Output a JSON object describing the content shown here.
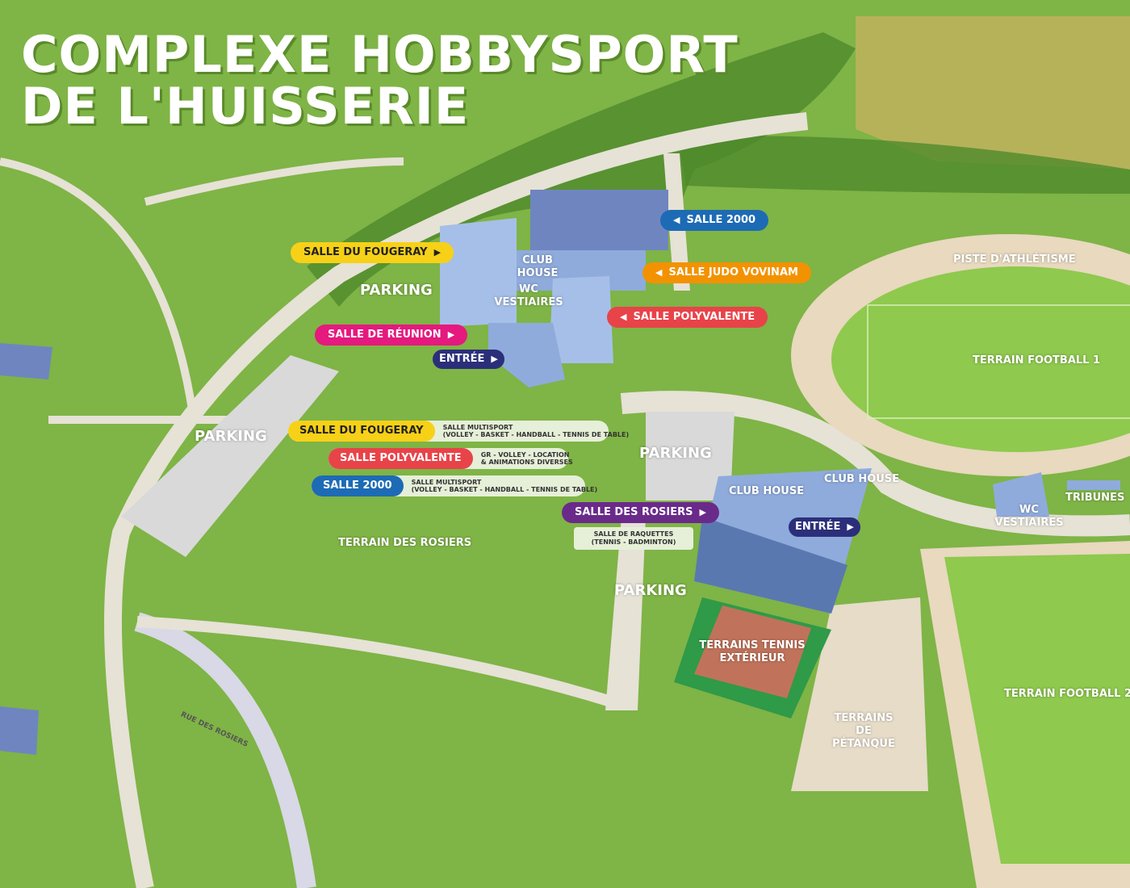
{
  "title": {
    "line1": "COMPLEXE HOBBYSPORT",
    "line2": "DE L'HUISSERIE"
  },
  "colors": {
    "grass": "#7fb446",
    "field": "#b6b25a",
    "road": "#e6e2d6",
    "building": "#8fabdc",
    "track": "#e8d9bf",
    "yellow": "#f7d117",
    "red": "#e84349",
    "blue": "#1d6bb5",
    "orange": "#f39200",
    "pink": "#e5197e",
    "navy": "#2b2f7a",
    "purple": "#6a2a8a"
  },
  "callouts": [
    {
      "label": "SALLE 2000",
      "color": "#1d6bb5",
      "arrow": "left"
    },
    {
      "label": "SALLE DU FOUGERAY",
      "color": "#f7d117",
      "arrow": "right"
    },
    {
      "label": "SALLE JUDO VOVINAM",
      "color": "#f39200",
      "arrow": "left"
    },
    {
      "label": "SALLE POLYVALENTE",
      "color": "#e84349",
      "arrow": "left"
    },
    {
      "label": "SALLE DE RÉUNION",
      "color": "#e5197e",
      "arrow": "right"
    },
    {
      "label": "ENTRÉE",
      "color": "#2b2f7a",
      "arrow": "right"
    },
    {
      "label": "SALLE DES ROSIERS",
      "color": "#6a2a8a",
      "arrow": "right"
    },
    {
      "label": "ENTRÉE",
      "color": "#2b2f7a",
      "arrow": "right"
    }
  ],
  "legend": [
    {
      "tag": "SALLE DU FOUGERAY",
      "color": "#f7d117",
      "line1": "SALLE MULTISPORT",
      "line2": "(VOLLEY - BASKET - HANDBALL - TENNIS DE TABLE)"
    },
    {
      "tag": "SALLE POLYVALENTE",
      "color": "#e84349",
      "line1": "GR - VOLLEY - LOCATION",
      "line2": "& ANIMATIONS DIVERSES"
    },
    {
      "tag": "SALLE 2000",
      "color": "#1d6bb5",
      "line1": "SALLE MULTISPORT",
      "line2": "(VOLLEY - BASKET - HANDBALL - TENNIS DE TABLE)"
    }
  ],
  "rosiers_box": {
    "line1": "SALLE DE RAQUETTES",
    "line2": "(TENNIS - BADMINTON)"
  },
  "labels": {
    "club_house_1": "CLUB HOUSE",
    "wc_vestiaires_1": "WC VESTIAIRES",
    "parking_1": "PARKING",
    "parking_2": "PARKING",
    "parking_3": "PARKING",
    "parking_4": "PARKING",
    "piste": "PISTE D'ATHLÉTISME",
    "football_1": "TERRAIN FOOTBALL 1",
    "football_2": "TERRAIN FOOTBALL 2",
    "club_house_2": "CLUB HOUSE",
    "club_house_3": "CLUB HOUSE",
    "wc_vestiaires_2": "WC VESTIAIRES",
    "tribunes": "TRIBUNES",
    "terrain_rosiers": "TERRAIN DES ROSIERS",
    "tennis": "TERRAINS TENNIS EXTÉRIEUR",
    "petanque": "TERRAINS DE PÉTANQUE",
    "rue": "RUE DES ROSIERS"
  }
}
